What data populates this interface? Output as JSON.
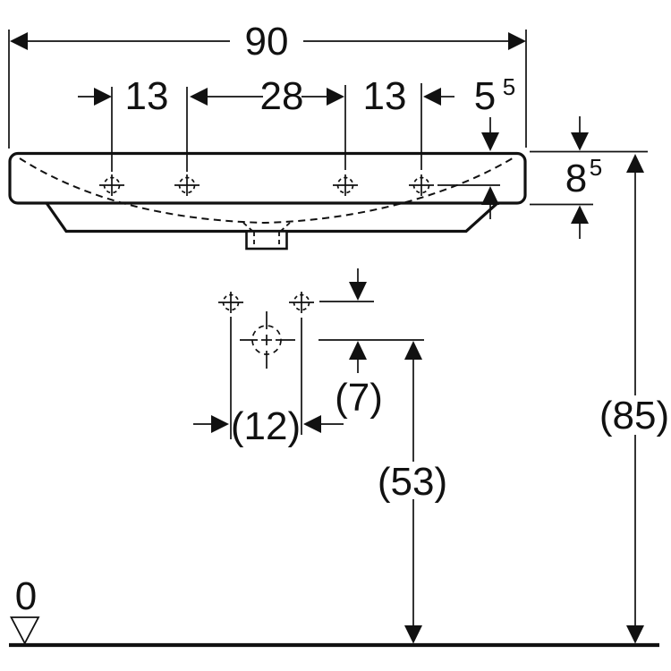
{
  "drawing": {
    "type": "washbasin-technical-dimension-drawing",
    "colors": {
      "ink": "#111111",
      "paper": "#ffffff"
    }
  },
  "labels": {
    "overall_width": "90",
    "tap_spacing_left": "13",
    "tap_spacing_middle": "28",
    "tap_spacing_right": "13",
    "tap_edge_main": "5",
    "tap_edge_sup": "5",
    "rim_height_main": "8",
    "rim_height_sup": "5",
    "fixing_spacing": "(12)",
    "fixing_offset": "(7)",
    "fixing_height": "(53)",
    "overall_height": "(85)",
    "datum_zero": "0"
  }
}
